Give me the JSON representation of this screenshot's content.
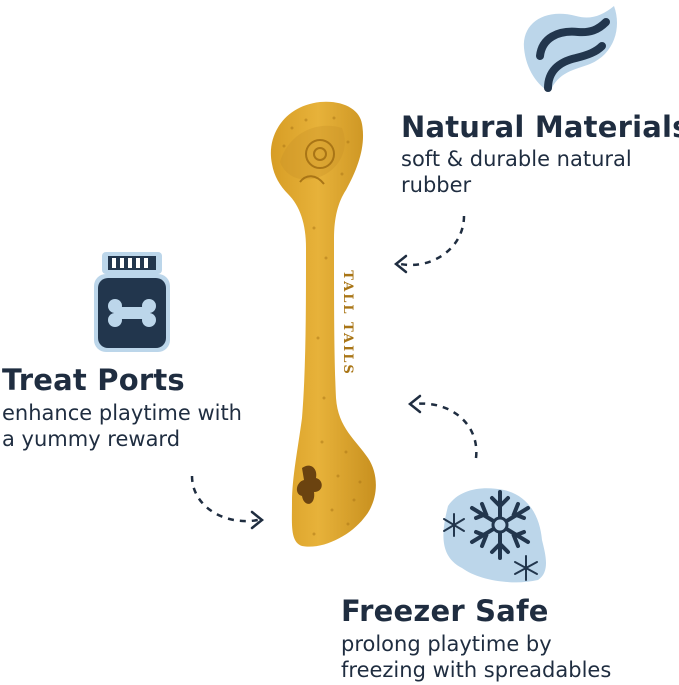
{
  "colors": {
    "text": "#1f2d40",
    "icon_dark": "#22364d",
    "icon_light": "#bcd6ea",
    "toy_yellow": "#e3ae35",
    "toy_shadow": "#b98620"
  },
  "product": {
    "brand_embossed": "TALL TAILS",
    "icon": "bone-toy-icon"
  },
  "features": {
    "natural": {
      "title": "Natural Materials",
      "line1": "soft & durable natural",
      "line2": "rubber",
      "icon": "leaf-icon"
    },
    "treat": {
      "title": "Treat Ports",
      "line1": "enhance playtime with",
      "line2": "a yummy reward",
      "icon": "treat-jar-icon"
    },
    "freezer": {
      "title": "Freezer Safe",
      "line1": "prolong playtime by",
      "line2": "freezing with spreadables",
      "icon": "snowflake-icon"
    }
  }
}
